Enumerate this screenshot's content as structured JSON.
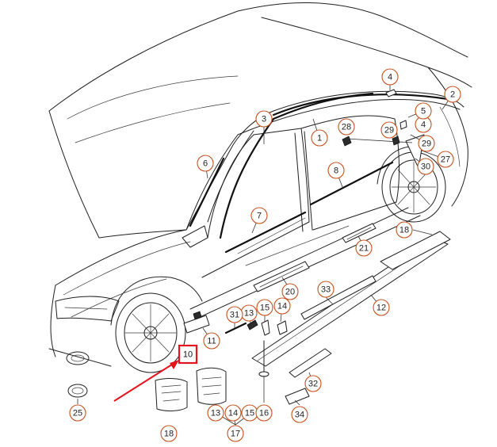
{
  "colors": {
    "callout": "#c5521c",
    "highlight": "#e4141d",
    "line": "#1f1f1f"
  },
  "callouts": [
    {
      "label": "1"
    },
    {
      "label": "2"
    },
    {
      "label": "3"
    },
    {
      "label": "4"
    },
    {
      "label": "4"
    },
    {
      "label": "5"
    },
    {
      "label": "6"
    },
    {
      "label": "7"
    },
    {
      "label": "8"
    },
    {
      "label": "10"
    },
    {
      "label": "11"
    },
    {
      "label": "12"
    },
    {
      "label": "13"
    },
    {
      "label": "13"
    },
    {
      "label": "14"
    },
    {
      "label": "14"
    },
    {
      "label": "15"
    },
    {
      "label": "15"
    },
    {
      "label": "16"
    },
    {
      "label": "17"
    },
    {
      "label": "18"
    },
    {
      "label": "18"
    },
    {
      "label": "20"
    },
    {
      "label": "21"
    },
    {
      "label": "25"
    },
    {
      "label": "27"
    },
    {
      "label": "28"
    },
    {
      "label": "29"
    },
    {
      "label": "29"
    },
    {
      "label": "30"
    },
    {
      "label": "31"
    },
    {
      "label": "32"
    },
    {
      "label": "33"
    },
    {
      "label": "34"
    }
  ]
}
